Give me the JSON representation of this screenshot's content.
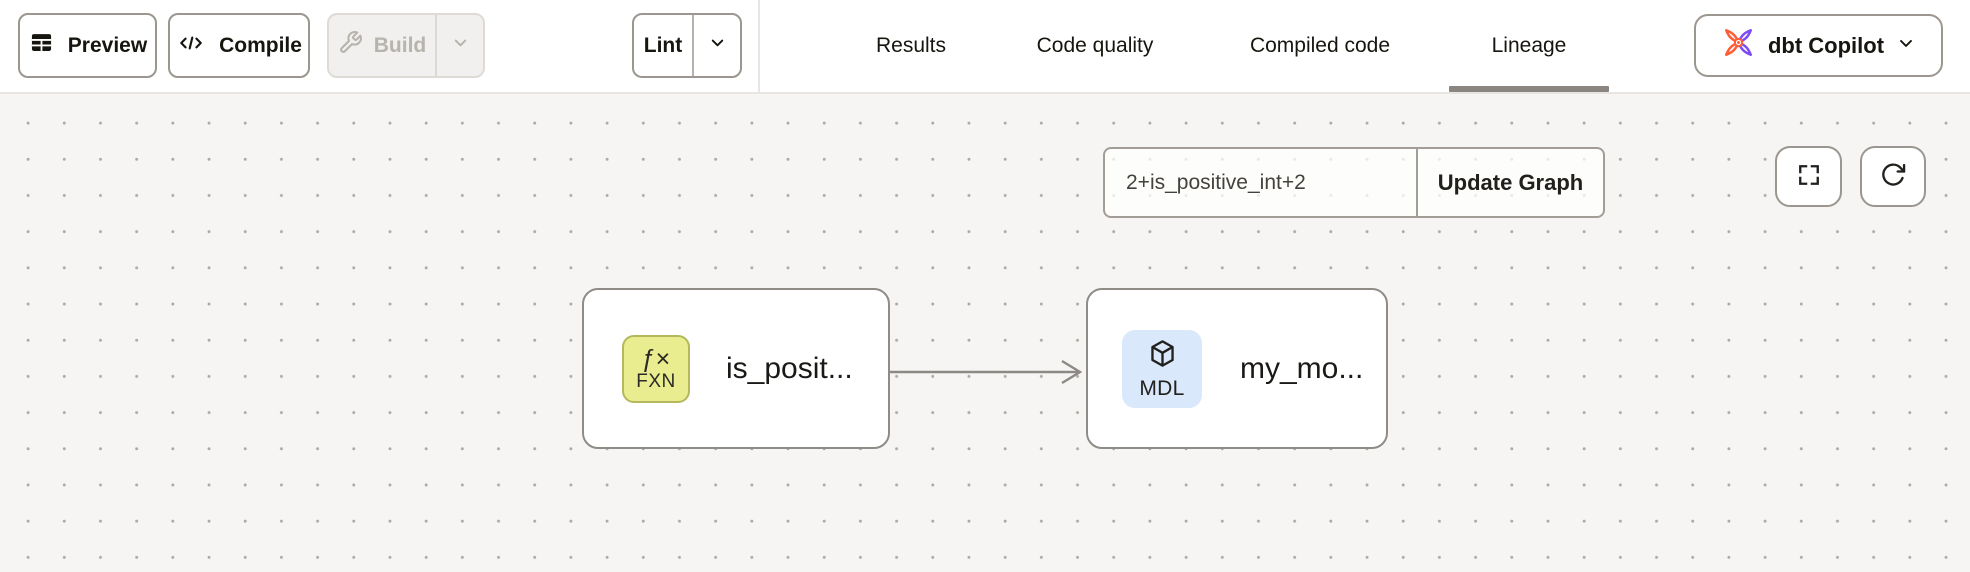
{
  "toolbar": {
    "preview_label": "Preview",
    "compile_label": "Compile",
    "build_label": "Build",
    "lint_label": "Lint",
    "copilot_label": "dbt Copilot"
  },
  "tabs": [
    {
      "label": "Results",
      "active": false
    },
    {
      "label": "Code quality",
      "active": false
    },
    {
      "label": "Compiled code",
      "active": false
    },
    {
      "label": "Lineage",
      "active": true
    }
  ],
  "lineage": {
    "selector_value": "2+is_positive_int+2",
    "update_button_label": "Update Graph",
    "nodes": [
      {
        "type": "function",
        "badge_symbol": "ƒ×",
        "badge_label": "FXN",
        "label": "is_posit..."
      },
      {
        "type": "model",
        "badge_label": "MDL",
        "label": "my_mo..."
      }
    ],
    "edges": [
      {
        "from": "is_posit...",
        "to": "my_mo..."
      }
    ]
  },
  "icons": {
    "preview": "table-icon",
    "compile": "code-brackets-icon",
    "build": "wrench-icon",
    "copilot": "dbt-logo-icon",
    "dropdowns": "chevron-down-icon",
    "canvas_controls": [
      "fullscreen-icon",
      "refresh-icon"
    ],
    "function_node": "fx-badge",
    "model_node": "cube-icon"
  },
  "colors": {
    "canvas_bg": "#f6f5f3",
    "dot_grid": "#adaaa6",
    "active_tab_underline": "#8a8580",
    "fxn_badge_bg": "#e9ed90",
    "fxn_badge_border": "#b4b85c",
    "mdl_badge_bg": "#d9e8fb",
    "dbt_orange": "#ff5c35",
    "dbt_purple": "#7c4bf5",
    "disabled_text": "#b7b3ad"
  }
}
